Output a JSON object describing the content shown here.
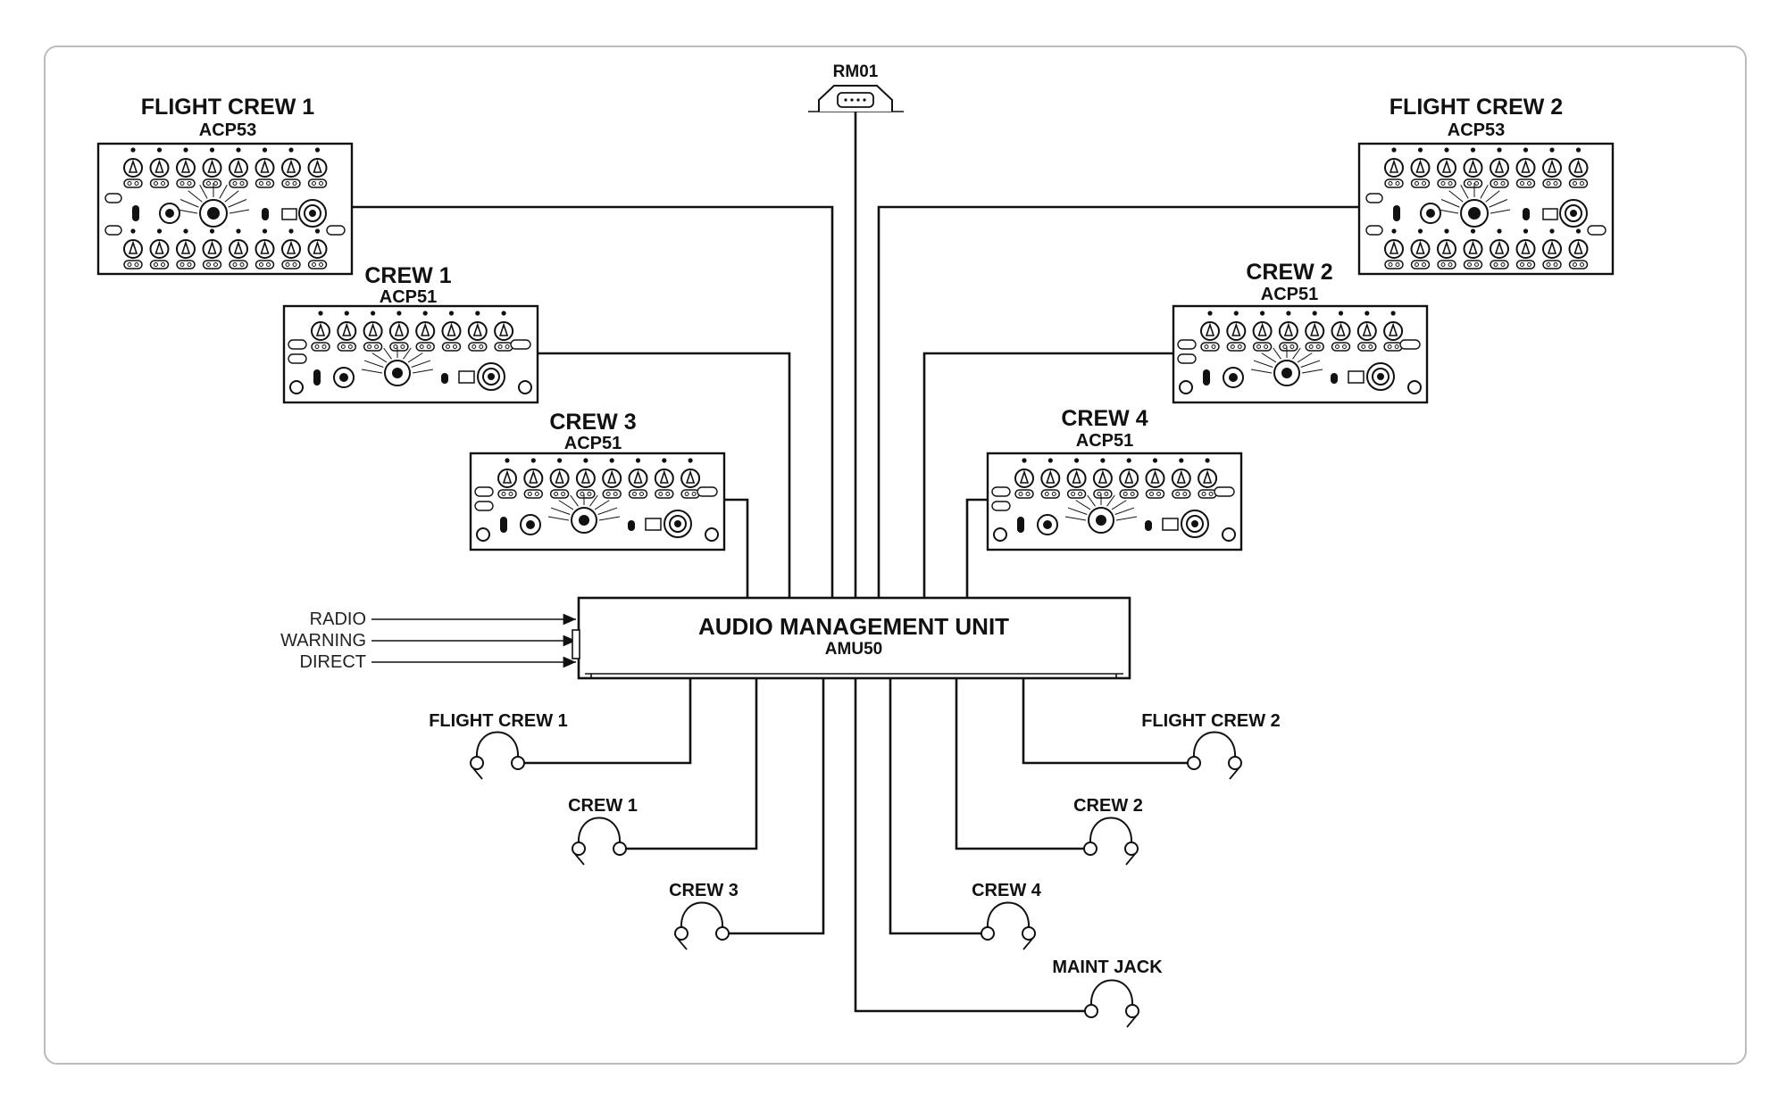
{
  "panels": {
    "flight_crew_1": {
      "title": "FLIGHT CREW 1",
      "model": "ACP53"
    },
    "flight_crew_2": {
      "title": "FLIGHT CREW 2",
      "model": "ACP53"
    },
    "crew_1": {
      "title": "CREW 1",
      "model": "ACP51"
    },
    "crew_2": {
      "title": "CREW 2",
      "model": "ACP51"
    },
    "crew_3": {
      "title": "CREW 3",
      "model": "ACP51"
    },
    "crew_4": {
      "title": "CREW 4",
      "model": "ACP51"
    }
  },
  "remote": {
    "label": "RM01"
  },
  "amu": {
    "title": "AUDIO MANAGEMENT UNIT",
    "model": "AMU50"
  },
  "inputs": [
    "RADIO",
    "WARNING",
    "DIRECT"
  ],
  "headsets": {
    "flight_crew_1": "FLIGHT CREW 1",
    "flight_crew_2": "FLIGHT CREW 2",
    "crew_1": "CREW 1",
    "crew_2": "CREW 2",
    "crew_3": "CREW 3",
    "crew_4": "CREW 4",
    "maint_jack": "MAINT JACK"
  }
}
